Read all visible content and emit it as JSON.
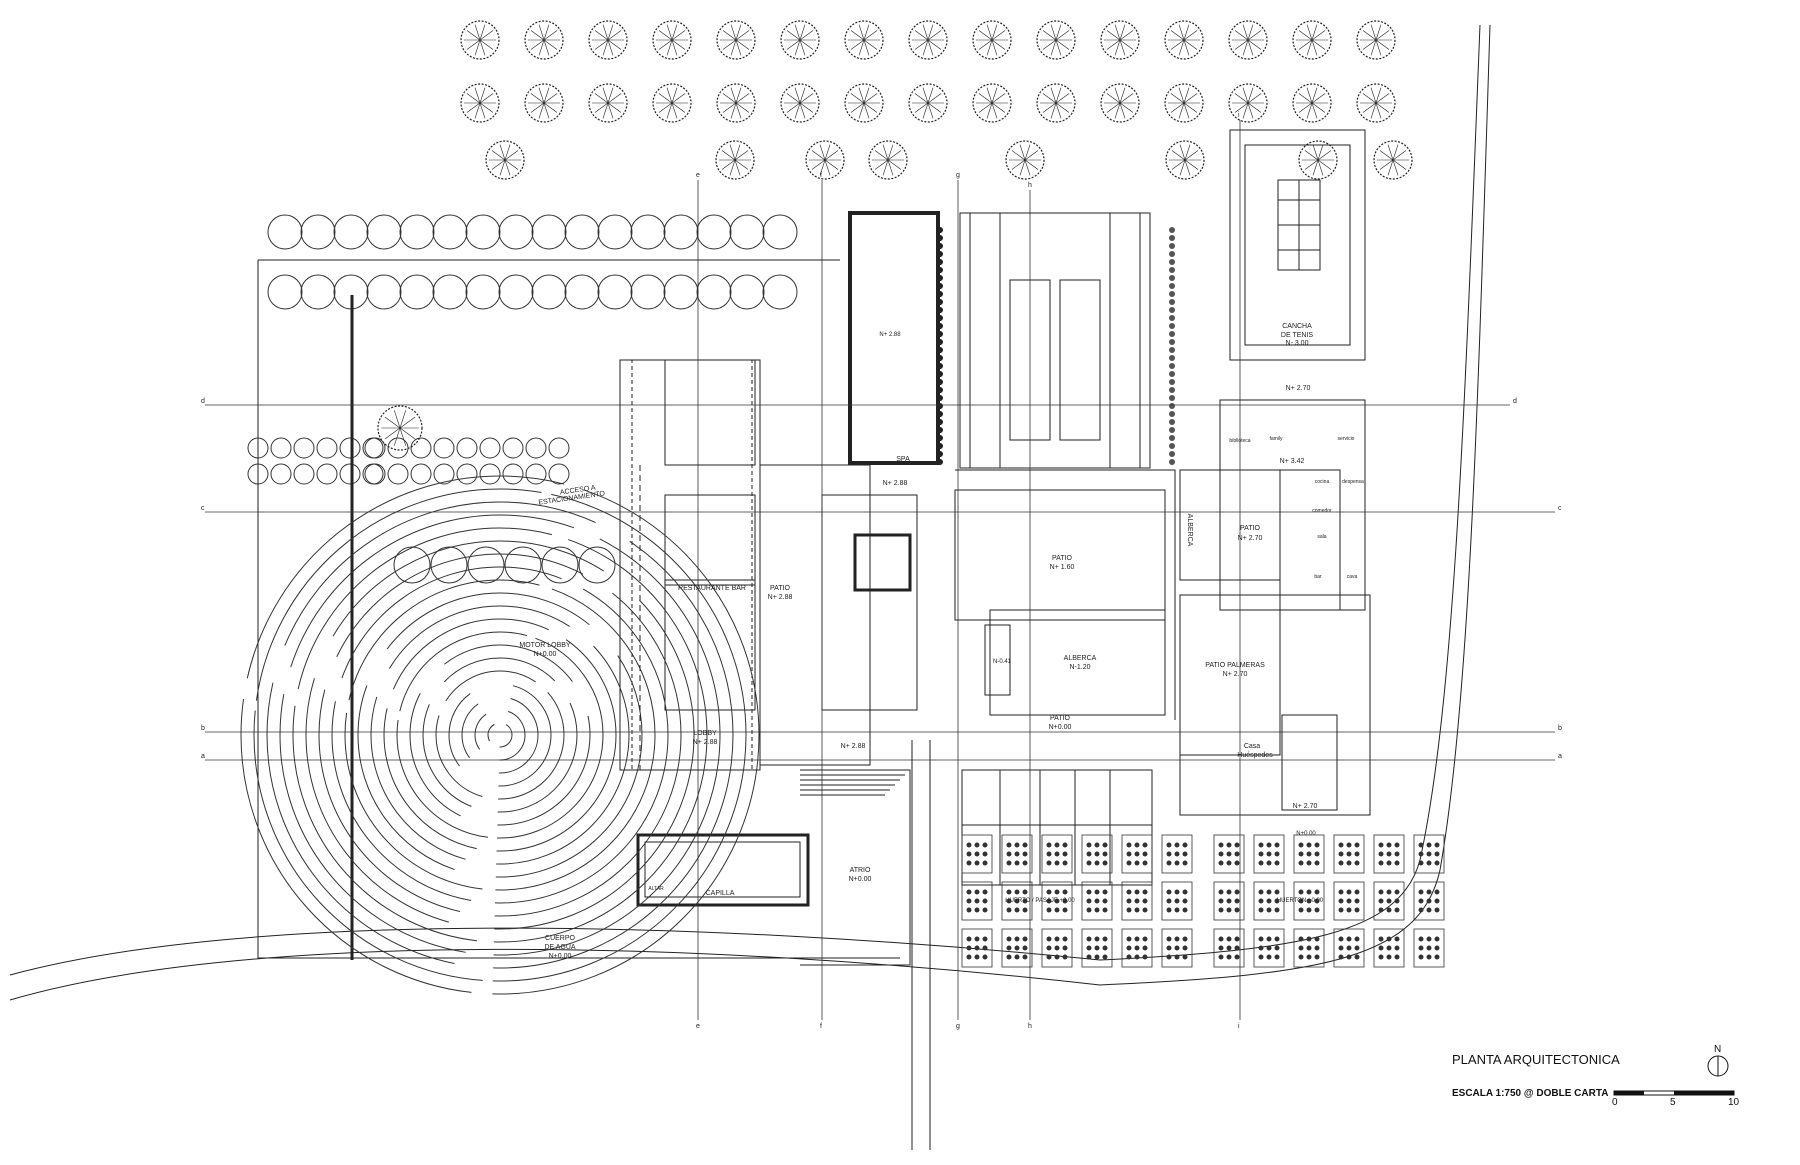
{
  "title": "PLANTA ARQUITECTONICA",
  "scale_text": "ESCALA 1:750 @ DOBLE CARTA",
  "north_label": "N",
  "scale_bar": {
    "ticks": [
      "0",
      "5",
      "10"
    ]
  },
  "grid_letters": {
    "a": "a",
    "b": "b",
    "c": "c",
    "d": "d",
    "e": "e",
    "f": "f",
    "g": "g",
    "h": "h",
    "i": "i"
  },
  "labels": {
    "lobby_motor": "MOTOR LOBBY",
    "lobby_motor_level": "N+0.00",
    "acceso": "ACCESO A",
    "estacionamiento": "ESTACIONAMIENTO",
    "restaurante": "RESTAURANTE BAR",
    "patio_left": "PATIO",
    "patio_left_level": "N+ 2.88",
    "lobby": "LOBBY",
    "lobby_level": "N+ 2.88",
    "level_288_a": "N+ 2.88",
    "level_288_b": "N+ 2.88",
    "level_288_c": "N+ 2.88",
    "spa": "SPA",
    "patio_center": "PATIO",
    "patio_center_level": "N+ 1.60",
    "alberca": "ALBERCA",
    "alberca_level": "N-1.20",
    "alberca_small_level": "N-0.41",
    "patio_low": "PATIO",
    "patio_low_level": "N+0.00",
    "alberca_vertical": "ALBERCA",
    "patio_right": "PATIO",
    "patio_right_level": "N+ 2.70",
    "patio_palmeras": "PATIO PALMERAS",
    "patio_palmeras_level": "N+ 2.70",
    "casa": "Casa",
    "huespedes": "Huéspedes",
    "level_270_a": "N+ 2.70",
    "level_270_b": "N+ 2.70",
    "level_342": "N+ 3.42",
    "cancha": "CANCHA",
    "de_tenis": "DE TENIS",
    "cancha_level": "N- 3.00",
    "atrio": "ATRIO",
    "atrio_level": "N+0.00",
    "capilla": "CAPILLA",
    "altar": "ALTAR",
    "cuerpo": "CUERPO",
    "de_agua": "DE AGUA",
    "cuerpo_level": "N+0.00",
    "huerto_pasaje": "HUERTO / PASAJE +0.00",
    "huerto": "HUERTON +0.00",
    "huerto_level": "N+0.00",
    "biblioteca": "biblioteca",
    "family": "family",
    "servicio": "servicio",
    "cocina": "cocina",
    "comedor": "comedor",
    "sala": "sala",
    "bar": "bar",
    "cava": "cava",
    "despensa": "despensa"
  }
}
